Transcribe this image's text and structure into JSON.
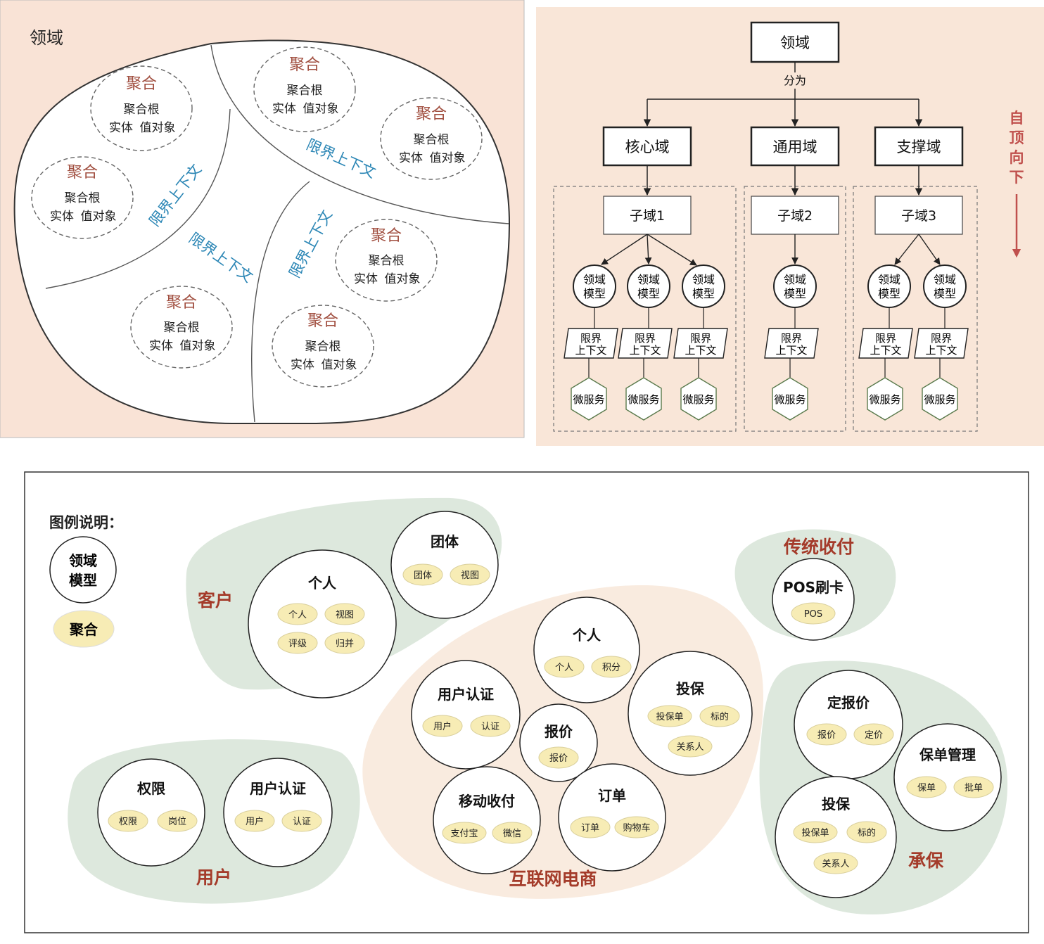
{
  "panel1": {
    "title": "领域",
    "aggregates": [
      {
        "title": "聚合",
        "root": "聚合根",
        "entity": "实体",
        "value": "值对象"
      },
      {
        "title": "聚合",
        "root": "聚合根",
        "entity": "实体",
        "value": "值对象"
      },
      {
        "title": "聚合",
        "root": "聚合根",
        "entity": "实体",
        "value": "值对象"
      },
      {
        "title": "聚合",
        "root": "聚合根",
        "entity": "实体",
        "value": "值对象"
      },
      {
        "title": "聚合",
        "root": "聚合根",
        "entity": "实体",
        "value": "值对象"
      },
      {
        "title": "聚合",
        "root": "聚合根",
        "entity": "实体",
        "value": "值对象"
      },
      {
        "title": "聚合",
        "root": "聚合根",
        "entity": "实体",
        "value": "值对象"
      }
    ],
    "contexts": [
      "限界上下文",
      "限界上下文",
      "限界上下文",
      "限界上下文"
    ]
  },
  "panel2": {
    "root": "领域",
    "split": "分为",
    "domains": [
      "核心域",
      "通用域",
      "支撑域"
    ],
    "subdomains": [
      "子域1",
      "子域2",
      "子域3"
    ],
    "model_line1": "领域",
    "model_line2": "模型",
    "ctx_line1": "限界",
    "ctx_line2": "上下文",
    "microservice": "微服务",
    "direction": [
      "自",
      "顶",
      "向",
      "下"
    ]
  },
  "panel3": {
    "legend_title": "图例说明：",
    "legend_model_line1": "领域",
    "legend_model_line2": "模型",
    "legend_aggregate": "聚合",
    "regions": {
      "customer": "客户",
      "user": "用户",
      "ecommerce": "互联网电商",
      "traditional": "传统收付",
      "underwriting": "承保"
    },
    "models": [
      {
        "title": "团体",
        "aggs": [
          "团体",
          "视图"
        ]
      },
      {
        "title": "个人",
        "aggs": [
          "个人",
          "视图",
          "评级",
          "归并"
        ]
      },
      {
        "title": "POS刷卡",
        "aggs": [
          "POS"
        ]
      },
      {
        "title": "个人",
        "aggs": [
          "个人",
          "积分"
        ]
      },
      {
        "title": "用户认证",
        "aggs": [
          "用户",
          "认证"
        ]
      },
      {
        "title": "投保",
        "aggs": [
          "投保单",
          "标的",
          "关系人"
        ]
      },
      {
        "title": "报价",
        "aggs": [
          "报价"
        ]
      },
      {
        "title": "移动收付",
        "aggs": [
          "支付宝",
          "微信"
        ]
      },
      {
        "title": "订单",
        "aggs": [
          "订单",
          "购物车"
        ]
      },
      {
        "title": "权限",
        "aggs": [
          "权限",
          "岗位"
        ]
      },
      {
        "title": "用户认证",
        "aggs": [
          "用户",
          "认证"
        ]
      },
      {
        "title": "定报价",
        "aggs": [
          "报价",
          "定价"
        ]
      },
      {
        "title": "保单管理",
        "aggs": [
          "保单",
          "批单"
        ]
      },
      {
        "title": "投保",
        "aggs": [
          "投保单",
          "标的",
          "关系人"
        ]
      }
    ]
  }
}
